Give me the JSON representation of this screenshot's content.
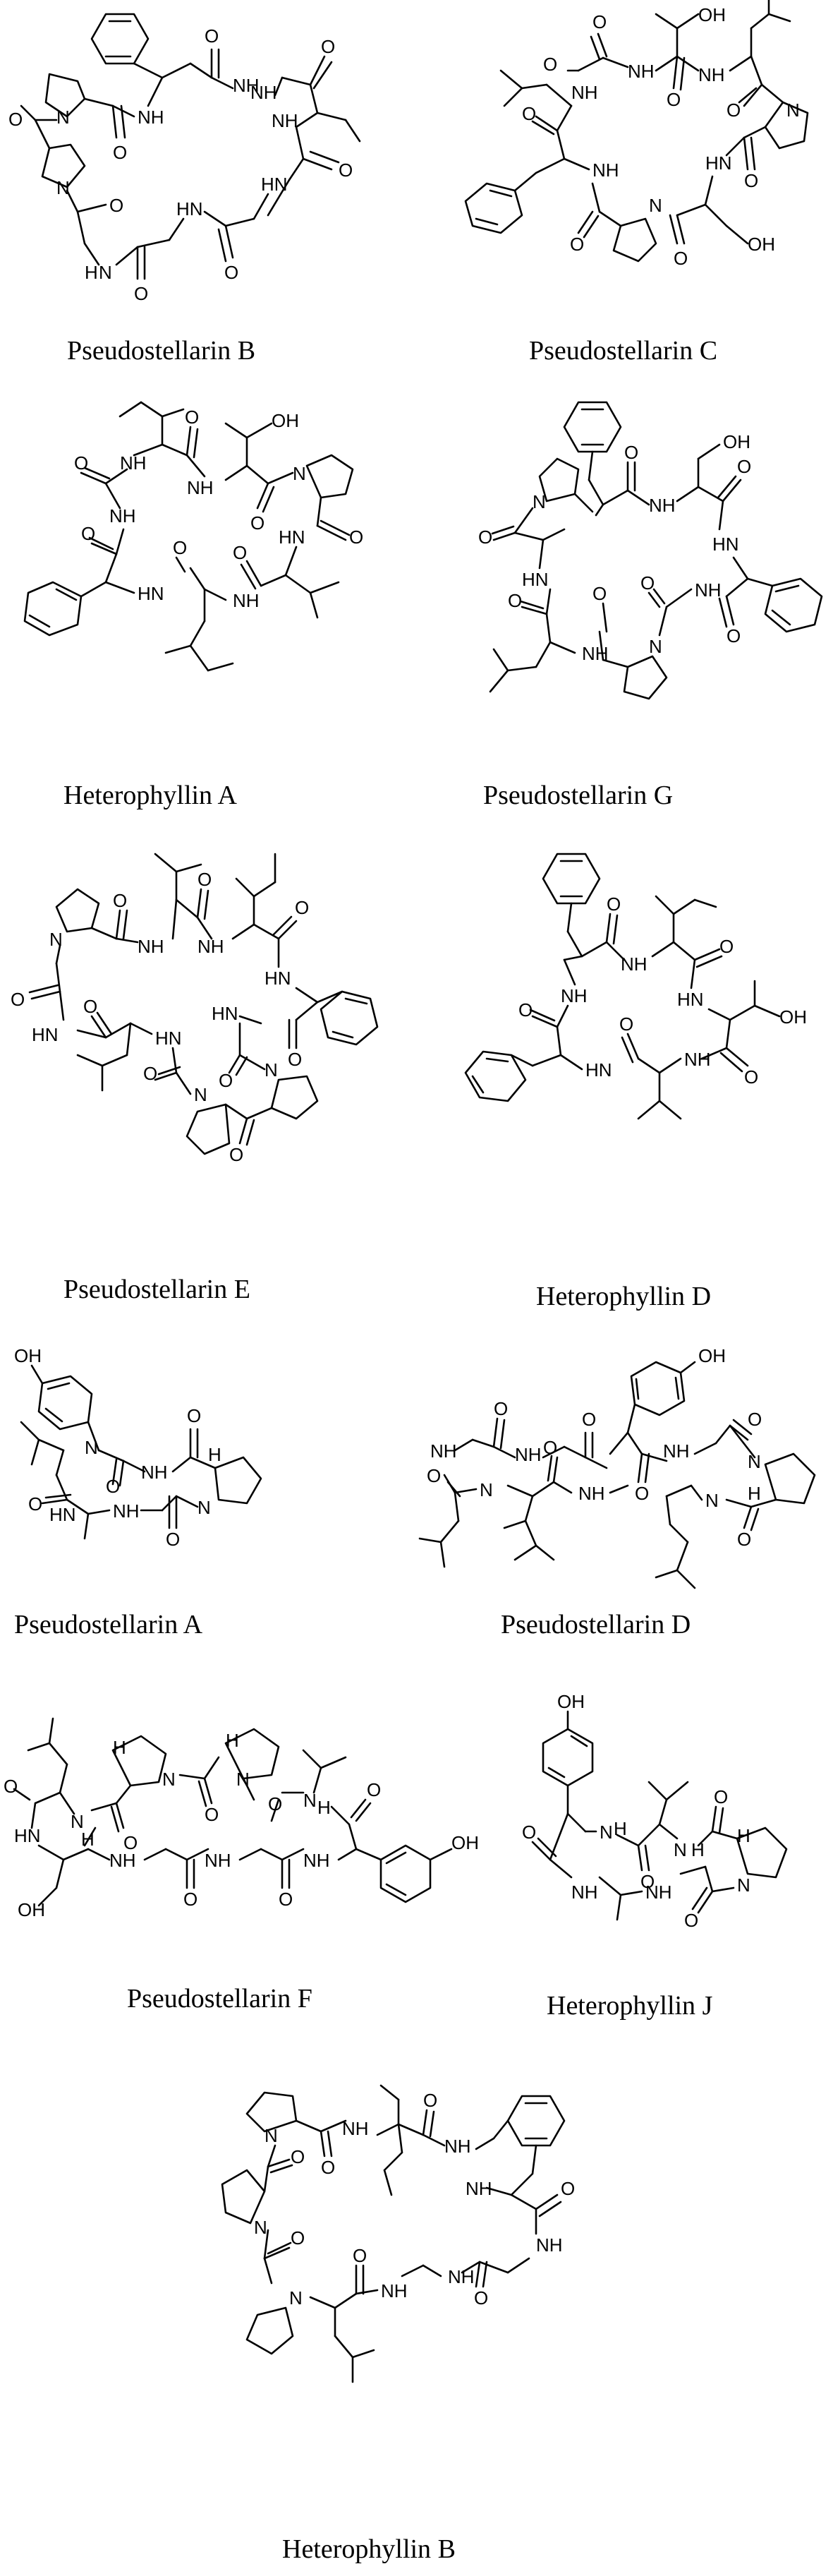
{
  "figure": {
    "compounds": [
      {
        "id": "pseudostellarin-b",
        "name": "Pseudostellarin B",
        "suffix": ""
      },
      {
        "id": "pseudostellarin-c",
        "name": "Pseudostellarin C",
        "suffix": ""
      },
      {
        "id": "heterophyllin-a",
        "name": "Heterophyllin",
        "suffix": "A"
      },
      {
        "id": "pseudostellarin-g",
        "name": "Pseudostellarin G",
        "suffix": ""
      },
      {
        "id": "pseudostellarin-e",
        "name": "Pseudostellarin E",
        "suffix": ""
      },
      {
        "id": "heterophyllin-d",
        "name": "Heterophyllin",
        "suffix": "D"
      },
      {
        "id": "pseudostellarin-a",
        "name": "Pseudostellarin A",
        "suffix": ""
      },
      {
        "id": "pseudostellarin-d",
        "name": "Pseudostellarin D",
        "suffix": ""
      },
      {
        "id": "pseudostellarin-f",
        "name": "Pseudostellarin F",
        "suffix": ""
      },
      {
        "id": "heterophyllin-j",
        "name": "Heterophyllin",
        "suffix": "J"
      },
      {
        "id": "heterophyllin-b",
        "name": "Heterophyllin",
        "suffix": "B"
      }
    ],
    "atom_labels": {
      "nh": "NH",
      "hn": "HN",
      "n": "N",
      "o": "O",
      "oh": "OH",
      "h": "H"
    }
  }
}
